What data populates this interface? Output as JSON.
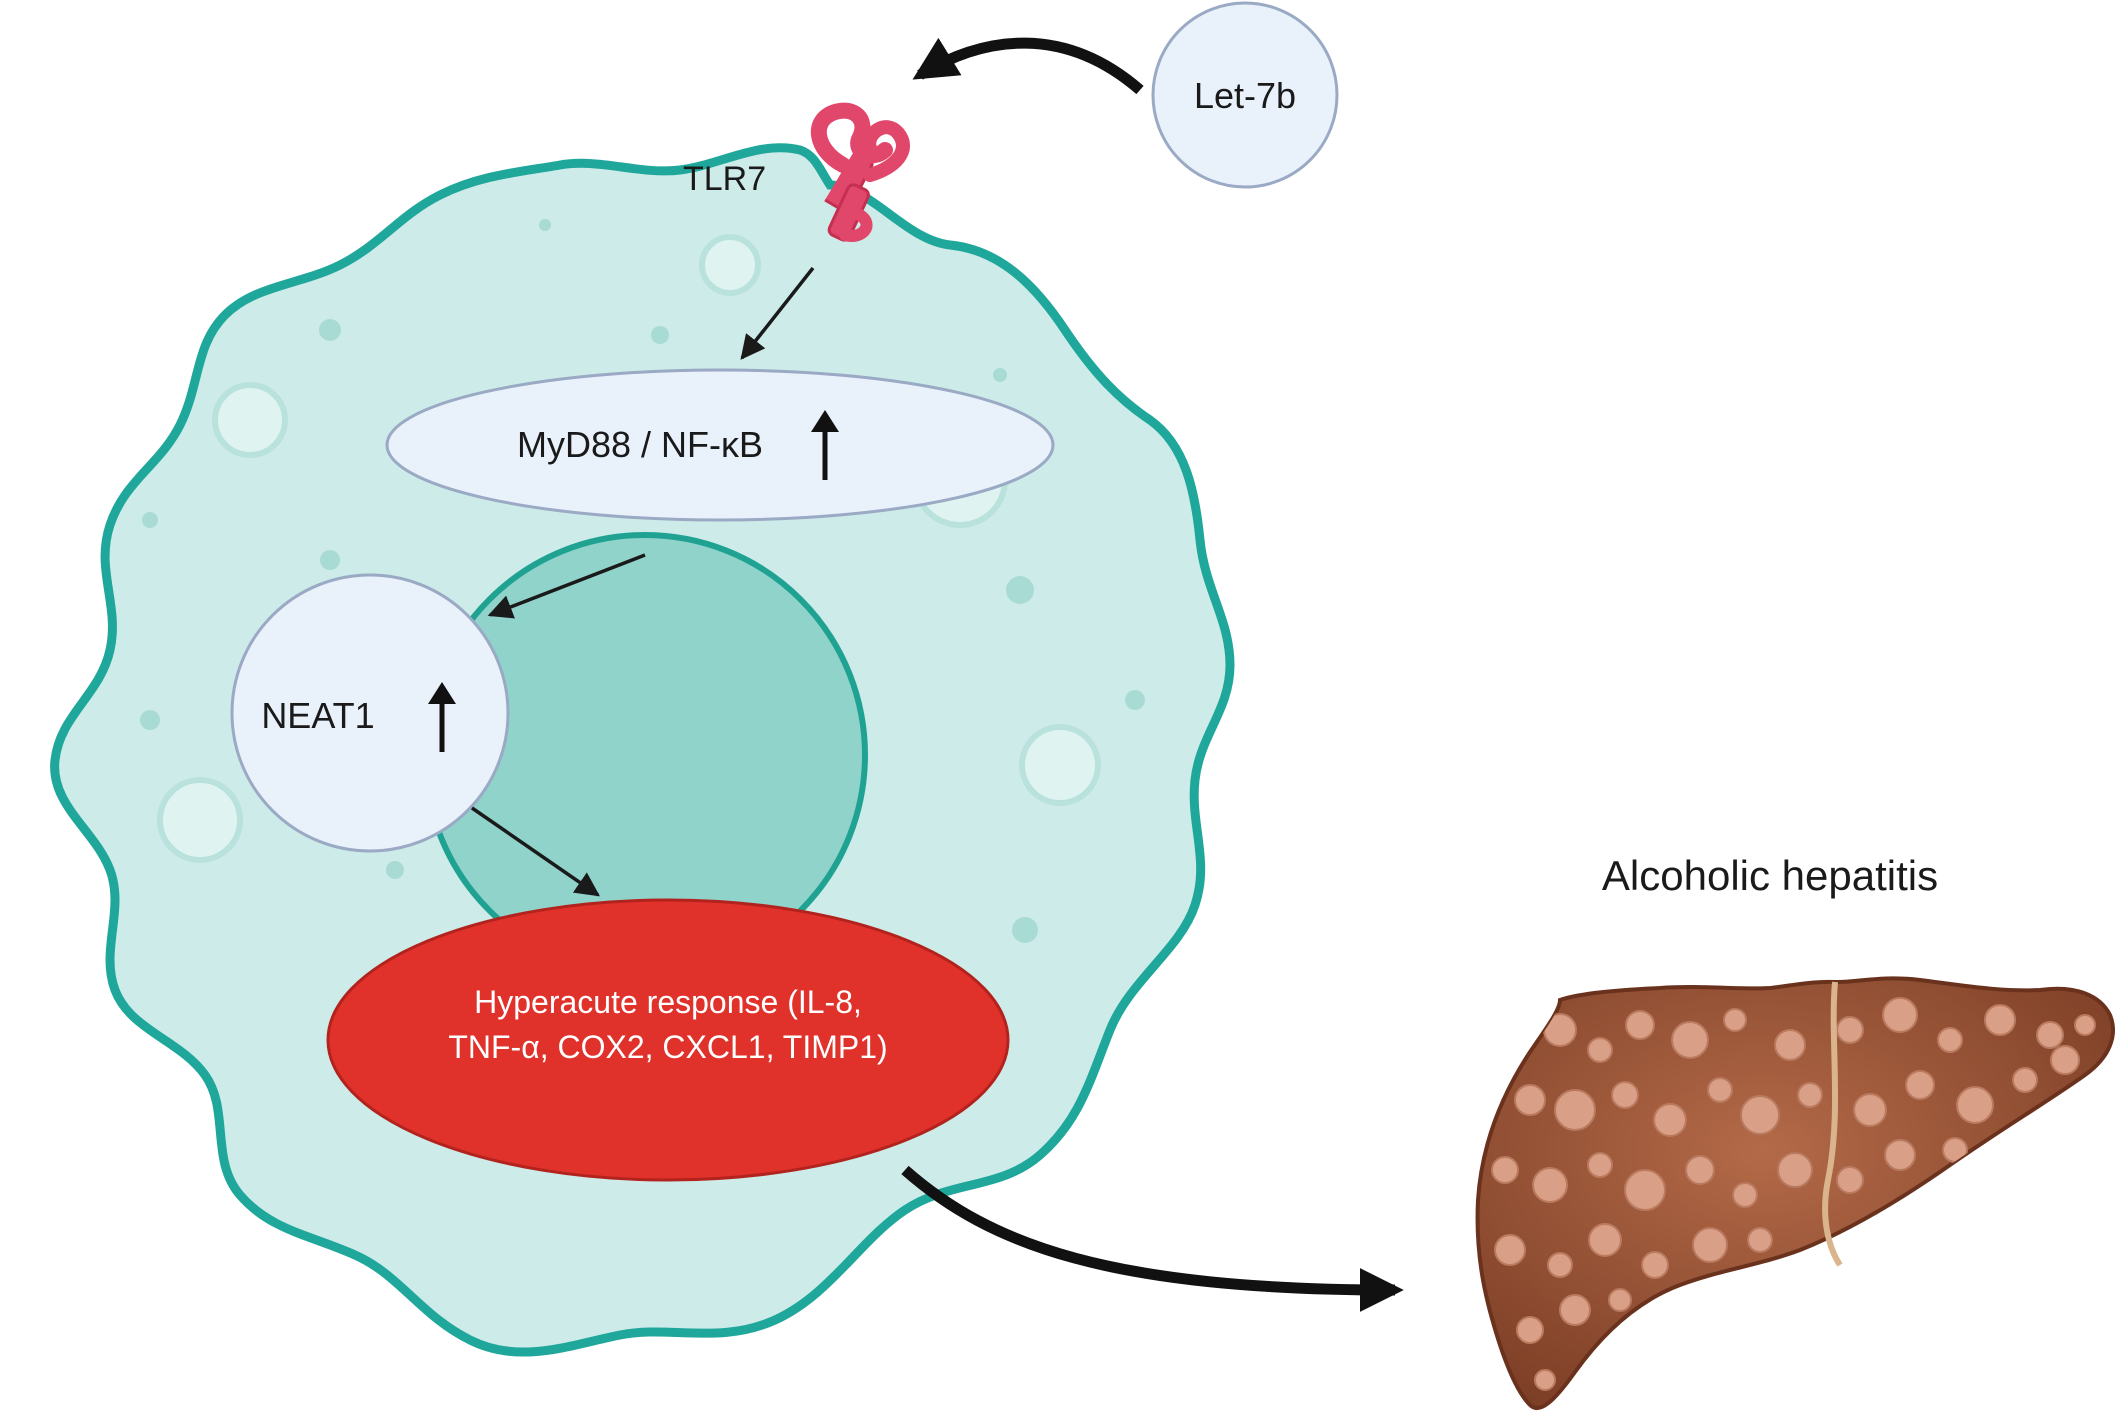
{
  "diagram": {
    "nodes": {
      "let7b": {
        "label": "Let-7b"
      },
      "tlr7": {
        "label": "TLR7"
      },
      "myd88": {
        "label": "MyD88 / NF-κB"
      },
      "neat1": {
        "label": "NEAT1"
      },
      "response": {
        "line1": "Hyperacute response (IL-8,",
        "line2": "TNF-α, COX2, CXCL1, TIMP1)"
      },
      "outcome": {
        "label": "Alcoholic hepatitis"
      }
    },
    "edges": [
      {
        "from": "let7b",
        "to": "tlr7"
      },
      {
        "from": "tlr7",
        "to": "myd88"
      },
      {
        "from": "myd88",
        "to": "neat1"
      },
      {
        "from": "neat1",
        "to": "response"
      },
      {
        "from": "response",
        "to": "outcome"
      }
    ],
    "icons": {
      "up_arrow": "up-arrow-icon",
      "receptor": "receptor-icon",
      "liver": "liver-icon"
    },
    "colors": {
      "cell_fill": "#cdebe8",
      "cell_outline": "#1fa79b",
      "nucleus_fill": "#8fd3ca",
      "nucleus_outline": "#20a293",
      "bubble_fill": "#e9f1fb",
      "response_fill": "#e0312b",
      "receptor": "#e0476b",
      "liver_fill": "#a1573a"
    }
  }
}
